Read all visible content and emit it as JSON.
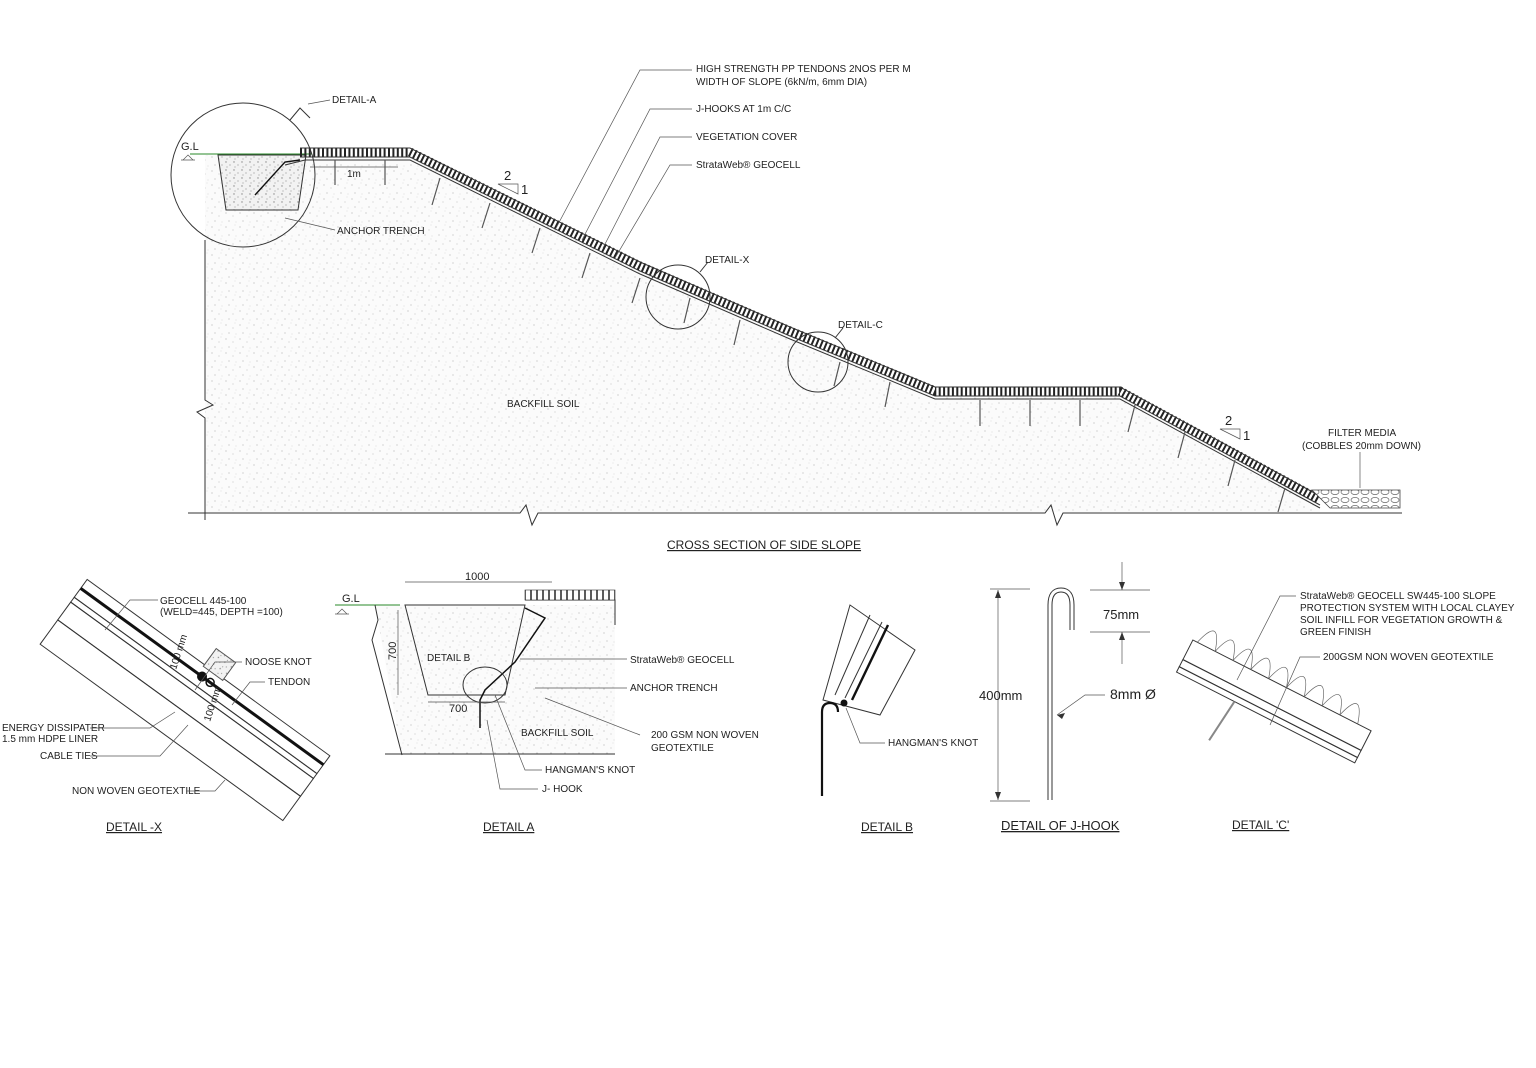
{
  "main_section": {
    "title": "CROSS SECTION OF SIDE SLOPE",
    "gl": "G.L",
    "detail_a_tag": "DETAIL-A",
    "anchor_trench": "ANCHOR TRENCH",
    "dim_1m": "1m",
    "callout_tendons_1": "HIGH STRENGTH PP TENDONS 2NOS PER M",
    "callout_tendons_2": "WIDTH OF SLOPE (6kN/m, 6mm DIA)",
    "callout_jhooks": "J-HOOKS AT 1m C/C",
    "callout_vegetation": "VEGETATION COVER",
    "callout_geocell": "StrataWeb® GEOCELL",
    "detail_x_tag": "DETAIL-X",
    "detail_c_tag": "DETAIL-C",
    "backfill": "BACKFILL SOIL",
    "slope_ratio_1_v": "2",
    "slope_ratio_1_h": "1",
    "slope_ratio_2_v": "2",
    "slope_ratio_2_h": "1",
    "filter_media_1": "FILTER MEDIA",
    "filter_media_2": "(COBBLES 20mm DOWN)"
  },
  "detail_x": {
    "title": "DETAIL -X",
    "geocell_1": "GEOCELL 445-100",
    "geocell_2": "(WELD=445, DEPTH =100)",
    "noose_knot": "NOOSE KNOT",
    "tendon": "TENDON",
    "energy_1": "ENERGY DISSIPATER",
    "energy_2": "1.5 mm HDPE LINER",
    "cable_ties": "CABLE TIES",
    "non_woven": "NON WOVEN GEOTEXTILE",
    "dim_a": "100 mm",
    "dim_b": "100 mm"
  },
  "detail_a": {
    "title": "DETAIL A",
    "gl": "G.L",
    "dim_top": "1000",
    "dim_depth": "700",
    "dim_bottom": "700",
    "detail_b_tag": "DETAIL B",
    "geocell": "StrataWeb® GEOCELL",
    "anchor_trench": "ANCHOR TRENCH",
    "geotextile_1": "200 GSM NON WOVEN",
    "geotextile_2": "GEOTEXTILE",
    "backfill": "BACKFILL SOIL",
    "hangman": "HANGMAN'S KNOT",
    "jhook": "J- HOOK"
  },
  "detail_b": {
    "title": "DETAIL B",
    "hangman": "HANGMAN'S KNOT"
  },
  "detail_jhook": {
    "title": "DETAIL OF J-HOOK",
    "dim_top": "75mm",
    "dim_total": "400mm",
    "dia": "8mm Ø"
  },
  "detail_c": {
    "title": "DETAIL 'C'",
    "callout_1": "StrataWeb® GEOCELL SW445-100 SLOPE",
    "callout_2": "PROTECTION SYSTEM WITH LOCAL CLAYEY",
    "callout_3": "SOIL INFILL FOR VEGETATION GROWTH &",
    "callout_4": "GREEN FINISH",
    "geotextile": "200GSM NON WOVEN GEOTEXTILE"
  }
}
